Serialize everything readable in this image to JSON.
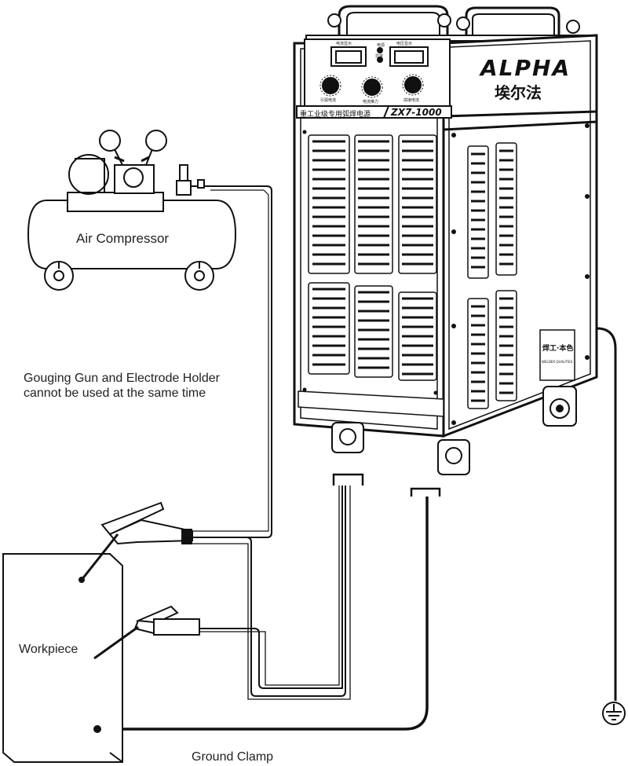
{
  "labels": {
    "air_compressor": "Air Compressor",
    "note_line1": "Gouging Gun and Electrode Holder",
    "note_line2": "cannot be used at the same time",
    "workpiece": "Workpiece",
    "ground_clamp": "Ground Clamp"
  },
  "machine": {
    "brand": "ALPHA",
    "brand_cn": "埃尔法",
    "panel_title": "重工业级专用弧焊电源",
    "model": "ZX7-1000",
    "meter_left_label": "电流显示",
    "meter_right_label": "电压显示",
    "indicator_power": "电源",
    "indicator_fault": "异常",
    "knob1_label": "引弧电流",
    "knob2_label": "电流推力",
    "knob3_label": "焊接电流",
    "badge_line1": "焊工·本色",
    "badge_line2": "WELDER QUALITIES"
  },
  "colors": {
    "line": "#111111",
    "background": "#ffffff"
  }
}
